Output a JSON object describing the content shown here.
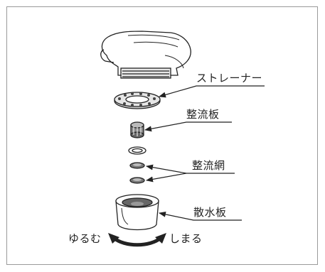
{
  "labels": {
    "strainer": "ストレーナー",
    "flow_plate": "整流板",
    "flow_mesh": "整流網",
    "spray_plate": "散水板",
    "loosen": "ゆるむ",
    "tighten": "しまる"
  },
  "colors": {
    "frame": "#9a9a9a",
    "line": "#222222",
    "shade": "#cfcfcf",
    "dark": "#444444"
  }
}
